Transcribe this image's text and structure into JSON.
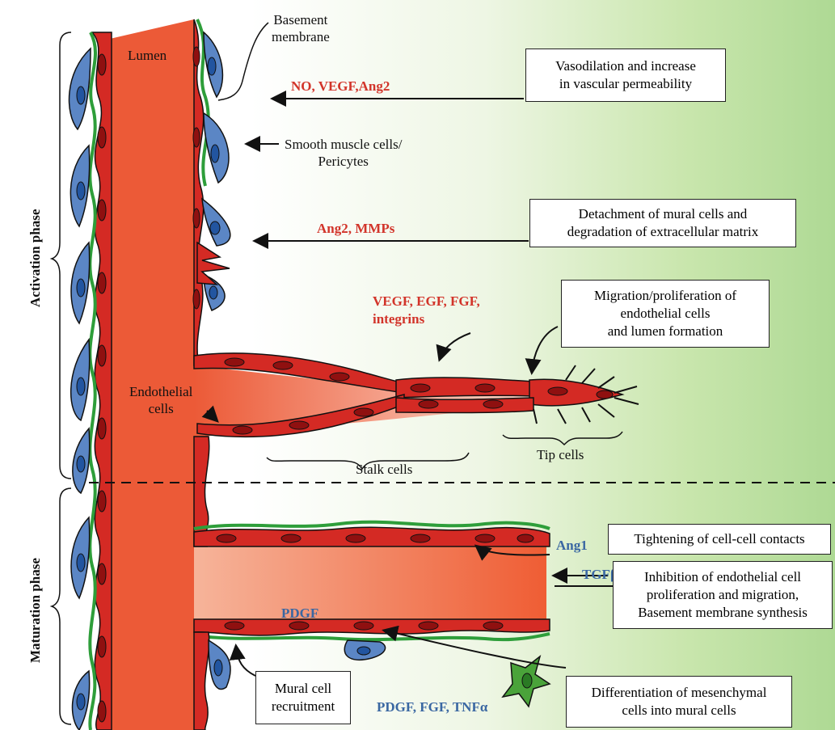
{
  "labels": {
    "lumen": "Lumen",
    "basement_membrane": "Basement\nmembrane",
    "smooth_muscle": "Smooth muscle cells/\nPericytes",
    "endothelial_cells": "Endothelial\ncells",
    "stalk_cells": "Stalk cells",
    "tip_cells": "Tip cells",
    "activation_phase": "Activation phase",
    "maturation_phase": "Maturation phase"
  },
  "factors": {
    "no_vegf_ang2": "NO, VEGF,Ang2",
    "ang2_mmps": "Ang2, MMPs",
    "vegf_egf_fgf": "VEGF, EGF, FGF,",
    "integrins": "integrins",
    "ang1": "Ang1",
    "tgfb": "TGFβ",
    "pdgf": "PDGF",
    "pdgf_fgf_tnfa": "PDGF, FGF, TNFα"
  },
  "boxes": {
    "vasodilation": "Vasodilation and increase\nin vascular permeability",
    "detachment": "Detachment of mural cells and\ndegradation of extracellular matrix",
    "migration": "Migration/proliferation of\nendothelial cells\nand lumen formation",
    "tightening": "Tightening of cell-cell contacts",
    "inhibition": "Inhibition of endothelial cell\nproliferation and migration,\nBasement membrane synthesis",
    "mural_recruitment": "Mural cell\nrecruitment",
    "differentiation": "Differentiation of mesenchymal\ncells into mural cells"
  },
  "colors": {
    "vessel": "#ec5a37",
    "endothelial": "#d42a24",
    "membrane": "#2e9e3a",
    "pericyte": "#5b86c5",
    "red_text": "#d2342a",
    "blue_text": "#3a67a2"
  }
}
